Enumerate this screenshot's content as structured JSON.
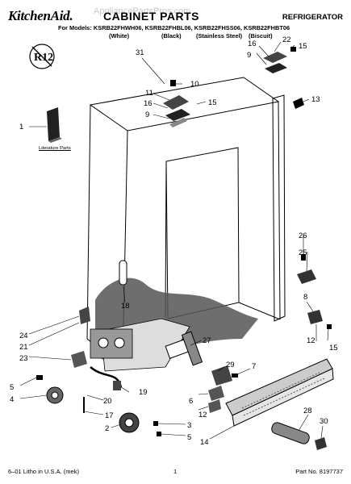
{
  "header": {
    "brand": "KitchenAid.",
    "title": "CABINET PARTS",
    "category": "REFRIGERATOR",
    "models_line": "For Models: KSRB22FHWH06, KSRB22FHBL06, KSRB22FHSS06, KSRB22FHBT06",
    "colors": [
      "(White)",
      "(Black)",
      "(Stainless Steel)",
      "(Biscuit)"
    ],
    "watermark": "AppliancePartsPros.com"
  },
  "badge": {
    "text": "R12"
  },
  "literature_label": "Literature Parts",
  "callouts": [
    "31",
    "10",
    "11",
    "16",
    "9",
    "15",
    "22",
    "9",
    "16",
    "15",
    "13",
    "1",
    "26",
    "25",
    "18",
    "8",
    "24",
    "21",
    "27",
    "12",
    "15",
    "23",
    "29",
    "7",
    "6",
    "5",
    "4",
    "19",
    "20",
    "17",
    "12",
    "28",
    "30",
    "2",
    "3",
    "5",
    "14"
  ],
  "footer": {
    "left": "6–01 Litho in U.S.A. (mek)",
    "center": "1",
    "right": "Part No. 8197737"
  }
}
